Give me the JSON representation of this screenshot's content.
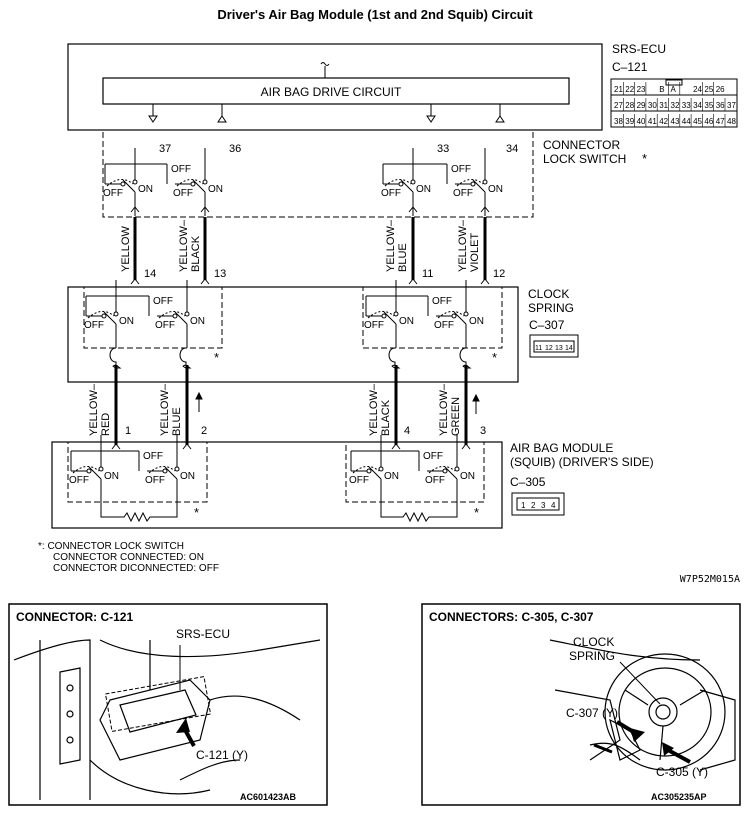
{
  "title": "Driver's Air Bag Module (1st and 2nd Squib) Circuit",
  "ecu": {
    "name": "SRS-ECU",
    "connector": "C–121",
    "drive_circuit": "AIR BAG DRIVE CIRCUIT",
    "pin_rows": [
      [
        "21",
        "22",
        "23",
        "",
        "B",
        "A",
        "",
        "24",
        "25",
        "26"
      ],
      [
        "27",
        "28",
        "29",
        "30",
        "31",
        "32",
        "33",
        "34",
        "35",
        "36",
        "37"
      ],
      [
        "38",
        "39",
        "40",
        "41",
        "42",
        "43",
        "44",
        "45",
        "46",
        "47",
        "48"
      ]
    ]
  },
  "connector_lock_switch_label": [
    "CONNECTOR",
    "LOCK SWITCH"
  ],
  "switch_labels": {
    "on": "ON",
    "off": "OFF",
    "star": "*"
  },
  "ecu_pins": [
    "37",
    "36",
    "33",
    "34"
  ],
  "clock_spring": {
    "label": [
      "CLOCK",
      "SPRING"
    ],
    "connector": "C–307",
    "pins_top": [
      "14",
      "13",
      "11",
      "12"
    ],
    "pin_box": [
      "11",
      "12",
      "13",
      "14"
    ]
  },
  "airbag_module": {
    "label": [
      "AIR BAG MODULE",
      "(SQUIB) (DRIVER'S SIDE)"
    ],
    "connector": "C–305",
    "pins": [
      "1",
      "2",
      "4",
      "3"
    ],
    "pin_box": [
      "1",
      "2",
      "3",
      "4"
    ]
  },
  "wires_upper": [
    [
      "YELLOW"
    ],
    [
      "YELLOW–",
      "BLACK"
    ],
    [
      "YELLOW–",
      "BLUE"
    ],
    [
      "YELLOW–",
      "VIOLET"
    ]
  ],
  "wires_lower": [
    [
      "YELLOW–",
      "RED"
    ],
    [
      "YELLOW–",
      "BLUE"
    ],
    [
      "YELLOW–",
      "BLACK"
    ],
    [
      "YELLOW–",
      "GREEN"
    ]
  ],
  "notes": [
    "*: CONNECTOR LOCK SWITCH",
    "CONNECTOR CONNECTED: ON",
    "CONNECTOR DICONNECTED: OFF"
  ],
  "figure_code": "W7P52M015A",
  "panel_left": {
    "title": "CONNECTOR: C-121",
    "label_ecu": "SRS-ECU",
    "label_connector": "C-121 (Y)",
    "code": "AC601423AB"
  },
  "panel_right": {
    "title": "CONNECTORS: C-305, C-307",
    "label_clock": [
      "CLOCK",
      "SPRING"
    ],
    "label_c307": "C-307 (Y)",
    "label_c305": "C-305 (Y)",
    "code": "AC305235AP"
  }
}
